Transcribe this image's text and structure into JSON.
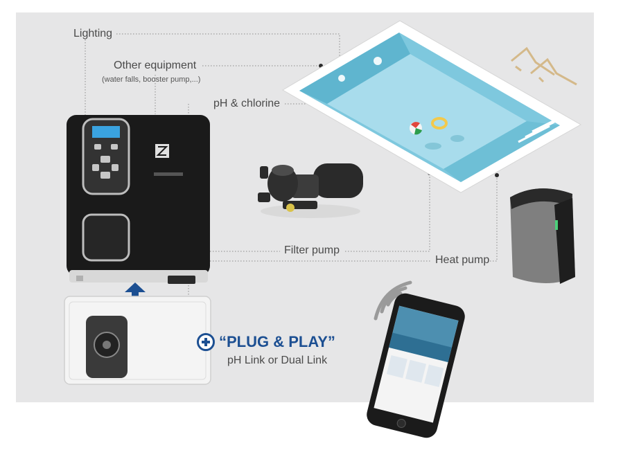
{
  "labels": {
    "lighting": "Lighting",
    "other_equipment": "Other equipment",
    "other_equipment_sub": "(water falls, booster pump,...)",
    "ph_chlorine": "pH & chlorine",
    "filter_pump": "Filter pump",
    "heat_pump": "Heat pump"
  },
  "plug": {
    "title": "“PLUG & PLAY”",
    "subtitle": "pH Link or Dual Link"
  },
  "colors": {
    "panel_bg": "#e6e6e7",
    "accent_blue": "#1c4f92",
    "pool_water": "#9fd6e6",
    "device_black": "#141414"
  }
}
